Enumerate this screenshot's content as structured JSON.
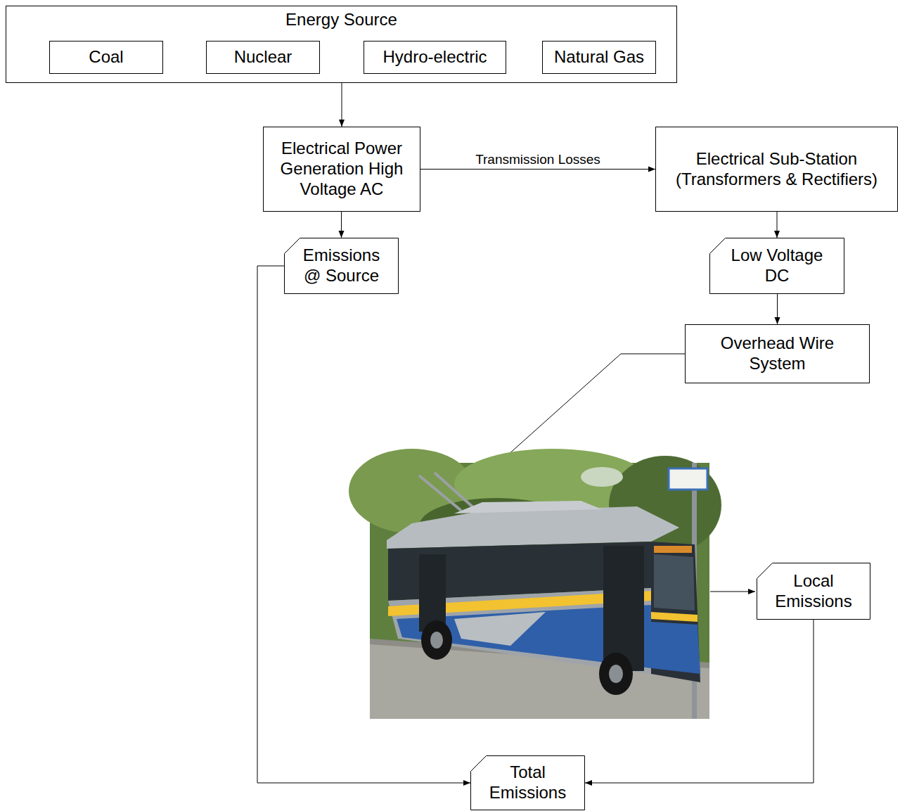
{
  "diagram": {
    "nodes": [
      {
        "text": [
          "Energy Source"
        ]
      },
      {
        "text": [
          "Coal"
        ],
        "in": 0
      },
      {
        "text": [
          "Nuclear"
        ],
        "in": 0
      },
      {
        "text": [
          "Hydro-electric"
        ],
        "in": 0
      },
      {
        "text": [
          "Natural Gas"
        ],
        "in": 0
      },
      {
        "text": [
          "Electrical Power Generation High Voltage AC"
        ]
      },
      {
        "text": [
          "Electrical Sub-Station (Transformers & Rectifiers)"
        ]
      },
      {
        "text": [
          "Emissions @ Source"
        ]
      },
      {
        "text": [
          "Low Voltage DC"
        ]
      },
      {
        "text": [
          "Overhead Wire System"
        ]
      },
      {
        "text": [
          "Local Emissions"
        ]
      },
      {
        "text": [
          "Total Emissions"
        ]
      }
    ],
    "edges": [
      {
        "from": 0,
        "to": 5,
        "arrow": "to"
      },
      {
        "from": 5,
        "to": 6,
        "label": "Transmission Losses",
        "arrow": "to"
      },
      {
        "from": 5,
        "to": 7,
        "arrow": "to"
      },
      {
        "from": 6,
        "to": 8,
        "arrow": "to"
      },
      {
        "from": 8,
        "to": 9,
        "arrow": "to"
      },
      {
        "from": 7,
        "to": 11,
        "arrow": "to"
      },
      {
        "from": 10,
        "to": 11,
        "arrow": "to"
      }
    ]
  }
}
